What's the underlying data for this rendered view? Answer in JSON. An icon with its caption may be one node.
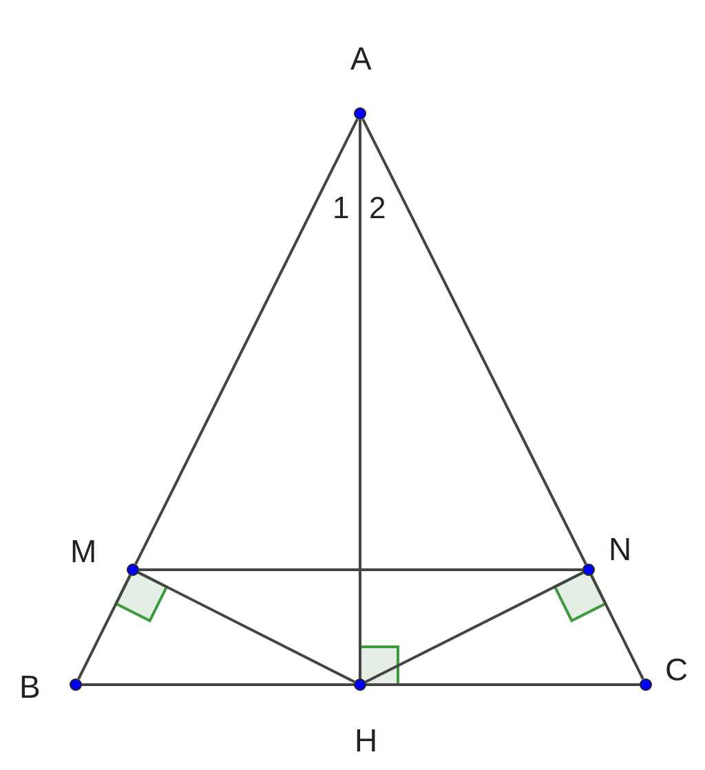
{
  "diagram": {
    "nodes": [
      {
        "text": [
          "A"
        ]
      },
      {
        "text": [
          "M"
        ]
      },
      {
        "text": [
          "N"
        ]
      },
      {
        "text": [
          "B"
        ]
      },
      {
        "text": [
          "H"
        ]
      },
      {
        "text": [
          "C"
        ]
      }
    ],
    "edges": [
      {
        "from": 0,
        "to": 1,
        "arrow": "none"
      },
      {
        "from": 1,
        "to": 3,
        "arrow": "none"
      },
      {
        "from": 0,
        "to": 2,
        "arrow": "none"
      },
      {
        "from": 2,
        "to": 5,
        "arrow": "none"
      },
      {
        "from": 0,
        "to": 4,
        "arrow": "none"
      },
      {
        "from": 3,
        "to": 4,
        "arrow": "none"
      },
      {
        "from": 4,
        "to": 5,
        "arrow": "none"
      },
      {
        "from": 1,
        "to": 2,
        "arrow": "none"
      },
      {
        "from": 1,
        "to": 4,
        "arrow": "none"
      },
      {
        "from": 2,
        "to": 4,
        "arrow": "none"
      }
    ],
    "labels": [
      "1",
      "2"
    ]
  }
}
